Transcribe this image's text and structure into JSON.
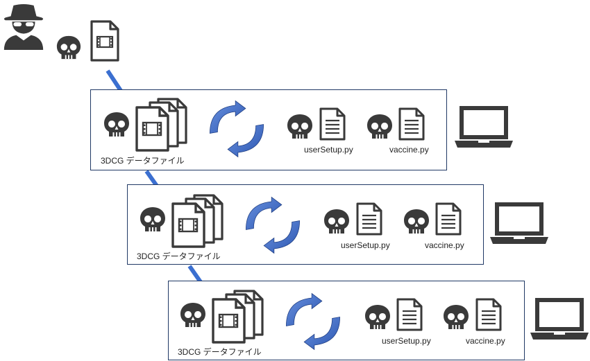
{
  "panels": [
    {
      "data_file_label": "3DCG データファイル",
      "script1_label": "userSetup.py",
      "script2_label": "vaccine.py"
    },
    {
      "data_file_label": "3DCG データファイル",
      "script1_label": "userSetup.py",
      "script2_label": "vaccine.py"
    },
    {
      "data_file_label": "3DCG データファイル",
      "script1_label": "userSetup.py",
      "script2_label": "vaccine.py"
    }
  ],
  "colors": {
    "icon": "#3a3a3a",
    "arrow": "#3b6fd0",
    "box_border": "#1f3864"
  },
  "icons": [
    "attacker-icon",
    "skull-icon",
    "video-file-icon",
    "file-stack-icon",
    "cycle-arrows-icon",
    "document-icon",
    "laptop-icon"
  ]
}
